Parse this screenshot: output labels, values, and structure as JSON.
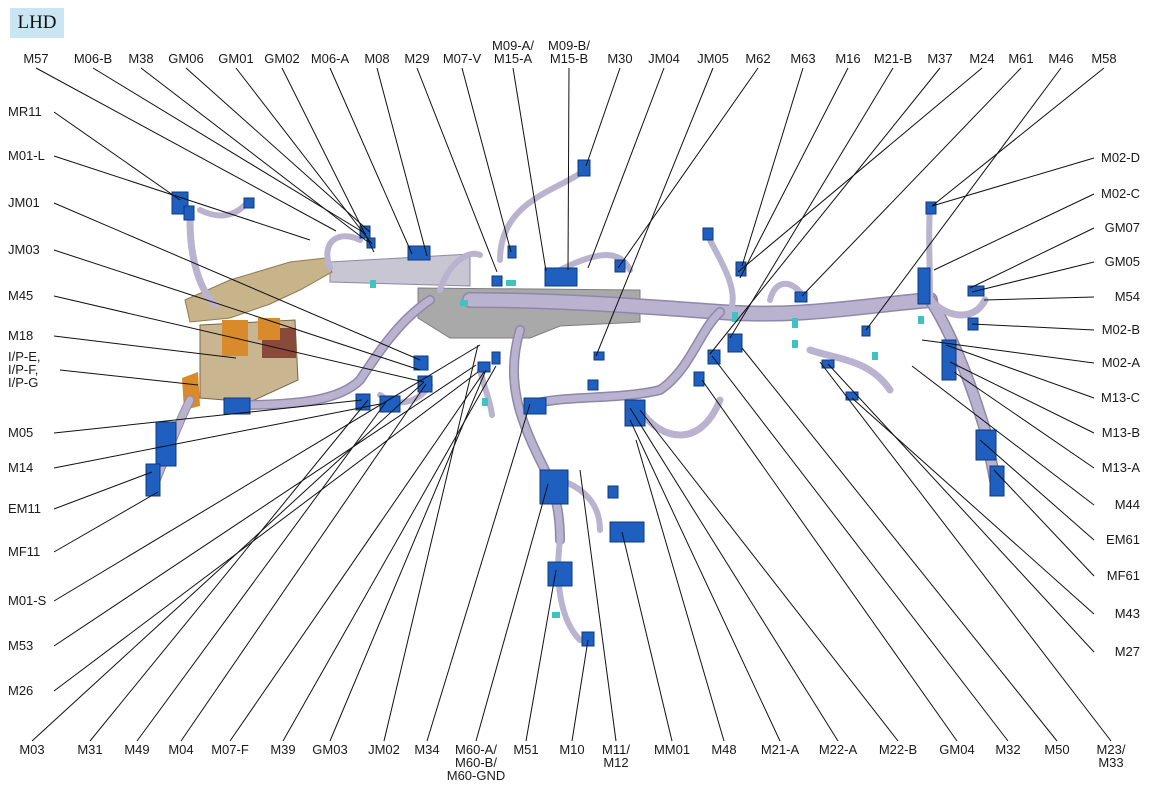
{
  "badge": "LHD",
  "labels": {
    "top": [
      {
        "id": "M57",
        "lines": [
          "M57"
        ]
      },
      {
        "id": "M06-B",
        "lines": [
          "M06-B"
        ]
      },
      {
        "id": "M38",
        "lines": [
          "M38"
        ]
      },
      {
        "id": "GM06",
        "lines": [
          "GM06"
        ]
      },
      {
        "id": "GM01",
        "lines": [
          "GM01"
        ]
      },
      {
        "id": "GM02",
        "lines": [
          "GM02"
        ]
      },
      {
        "id": "M06-A",
        "lines": [
          "M06-A"
        ]
      },
      {
        "id": "M08",
        "lines": [
          "M08"
        ]
      },
      {
        "id": "M29",
        "lines": [
          "M29"
        ]
      },
      {
        "id": "M07-V",
        "lines": [
          "M07-V"
        ]
      },
      {
        "id": "M09A",
        "lines": [
          "M09-A/",
          "M15-A"
        ]
      },
      {
        "id": "M09B",
        "lines": [
          "M09-B/",
          "M15-B"
        ]
      },
      {
        "id": "M30",
        "lines": [
          "M30"
        ]
      },
      {
        "id": "JM04",
        "lines": [
          "JM04"
        ]
      },
      {
        "id": "JM05",
        "lines": [
          "JM05"
        ]
      },
      {
        "id": "M62",
        "lines": [
          "M62"
        ]
      },
      {
        "id": "M63",
        "lines": [
          "M63"
        ]
      },
      {
        "id": "M16",
        "lines": [
          "M16"
        ]
      },
      {
        "id": "M21-B",
        "lines": [
          "M21-B"
        ]
      },
      {
        "id": "M37",
        "lines": [
          "M37"
        ]
      },
      {
        "id": "M24",
        "lines": [
          "M24"
        ]
      },
      {
        "id": "M61",
        "lines": [
          "M61"
        ]
      },
      {
        "id": "M46",
        "lines": [
          "M46"
        ]
      },
      {
        "id": "M58",
        "lines": [
          "M58"
        ]
      }
    ],
    "left": [
      {
        "id": "MR11",
        "lines": [
          "MR11"
        ]
      },
      {
        "id": "M01-L",
        "lines": [
          "M01-L"
        ]
      },
      {
        "id": "JM01",
        "lines": [
          "JM01"
        ]
      },
      {
        "id": "JM03",
        "lines": [
          "JM03"
        ]
      },
      {
        "id": "M45",
        "lines": [
          "M45"
        ]
      },
      {
        "id": "M18",
        "lines": [
          "M18"
        ]
      },
      {
        "id": "IPE",
        "lines": [
          "I/P-E,",
          "I/P-F,",
          "I/P-G"
        ]
      },
      {
        "id": "M05",
        "lines": [
          "M05"
        ]
      },
      {
        "id": "M14",
        "lines": [
          "M14"
        ]
      },
      {
        "id": "EM11",
        "lines": [
          "EM11"
        ]
      },
      {
        "id": "MF11",
        "lines": [
          "MF11"
        ]
      },
      {
        "id": "M01-S",
        "lines": [
          "M01-S"
        ]
      },
      {
        "id": "M53",
        "lines": [
          "M53"
        ]
      },
      {
        "id": "M26",
        "lines": [
          "M26"
        ]
      }
    ],
    "right": [
      {
        "id": "M02-D",
        "lines": [
          "M02-D"
        ]
      },
      {
        "id": "M02-C",
        "lines": [
          "M02-C"
        ]
      },
      {
        "id": "GM07",
        "lines": [
          "GM07"
        ]
      },
      {
        "id": "GM05",
        "lines": [
          "GM05"
        ]
      },
      {
        "id": "M54",
        "lines": [
          "M54"
        ]
      },
      {
        "id": "M02-B",
        "lines": [
          "M02-B"
        ]
      },
      {
        "id": "M02-A",
        "lines": [
          "M02-A"
        ]
      },
      {
        "id": "M13-C",
        "lines": [
          "M13-C"
        ]
      },
      {
        "id": "M13-B",
        "lines": [
          "M13-B"
        ]
      },
      {
        "id": "M13-A",
        "lines": [
          "M13-A"
        ]
      },
      {
        "id": "M44",
        "lines": [
          "M44"
        ]
      },
      {
        "id": "EM61",
        "lines": [
          "EM61"
        ]
      },
      {
        "id": "MF61",
        "lines": [
          "MF61"
        ]
      },
      {
        "id": "M43",
        "lines": [
          "M43"
        ]
      },
      {
        "id": "M27",
        "lines": [
          "M27"
        ]
      }
    ],
    "bottom": [
      {
        "id": "M03",
        "lines": [
          "M03"
        ]
      },
      {
        "id": "M31",
        "lines": [
          "M31"
        ]
      },
      {
        "id": "M49",
        "lines": [
          "M49"
        ]
      },
      {
        "id": "M04",
        "lines": [
          "M04"
        ]
      },
      {
        "id": "M07-F",
        "lines": [
          "M07-F"
        ]
      },
      {
        "id": "M39",
        "lines": [
          "M39"
        ]
      },
      {
        "id": "GM03",
        "lines": [
          "GM03"
        ]
      },
      {
        "id": "JM02",
        "lines": [
          "JM02"
        ]
      },
      {
        "id": "M34",
        "lines": [
          "M34"
        ]
      },
      {
        "id": "M60",
        "lines": [
          "M60-A/",
          "M60-B/",
          "M60-GND"
        ]
      },
      {
        "id": "M51",
        "lines": [
          "M51"
        ]
      },
      {
        "id": "M10",
        "lines": [
          "M10"
        ]
      },
      {
        "id": "M11",
        "lines": [
          "M11/",
          "M12"
        ]
      },
      {
        "id": "MM01",
        "lines": [
          "MM01"
        ]
      },
      {
        "id": "M48",
        "lines": [
          "M48"
        ]
      },
      {
        "id": "M21-A",
        "lines": [
          "M21-A"
        ]
      },
      {
        "id": "M22-A",
        "lines": [
          "M22-A"
        ]
      },
      {
        "id": "M22-B",
        "lines": [
          "M22-B"
        ]
      },
      {
        "id": "GM04",
        "lines": [
          "GM04"
        ]
      },
      {
        "id": "M32",
        "lines": [
          "M32"
        ]
      },
      {
        "id": "M50",
        "lines": [
          "M50"
        ]
      },
      {
        "id": "M23",
        "lines": [
          "M23/",
          "M33"
        ]
      }
    ]
  },
  "colors": {
    "harness": "#b9b3cf",
    "connector": "#1f5fbf",
    "clip": "#3fc3c0",
    "crossbeam": "#a8a8a8",
    "bracket_tan": "#c8b48a",
    "junction_orange": "#d98a2b",
    "junction_brown": "#8a4a3a",
    "badge": "#c9e6f2"
  }
}
